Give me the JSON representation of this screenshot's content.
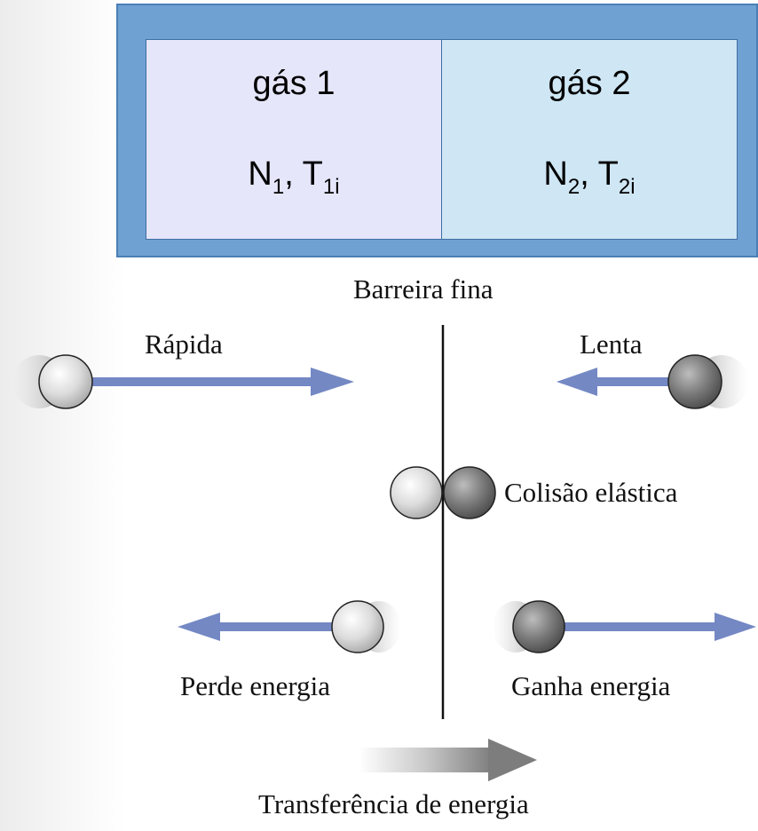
{
  "container": {
    "gas1": {
      "name": "gás 1",
      "n_symbol": "N",
      "n_sub": "1",
      "sep": ", ",
      "t_symbol": "T",
      "t_sub": "1i"
    },
    "gas2": {
      "name": "gás 2",
      "n_symbol": "N",
      "n_sub": "2",
      "sep": ", ",
      "t_symbol": "T",
      "t_sub": "2i"
    }
  },
  "diagram": {
    "barrier_label": "Barreira fina",
    "fast_label": "Rápida",
    "slow_label": "Lenta",
    "collision_label": "Colisão elástica",
    "loses_label": "Perde energia",
    "gains_label": "Ganha energia",
    "transfer_label": "Transferência de energia"
  },
  "colors": {
    "arrow": "#7488c4",
    "container_border": "#6fa1d3",
    "gas1_fill": "#e6e6fb",
    "gas2_fill": "#cfe6f4",
    "light_particle": "#d9d9d9",
    "dark_particle": "#707070"
  }
}
